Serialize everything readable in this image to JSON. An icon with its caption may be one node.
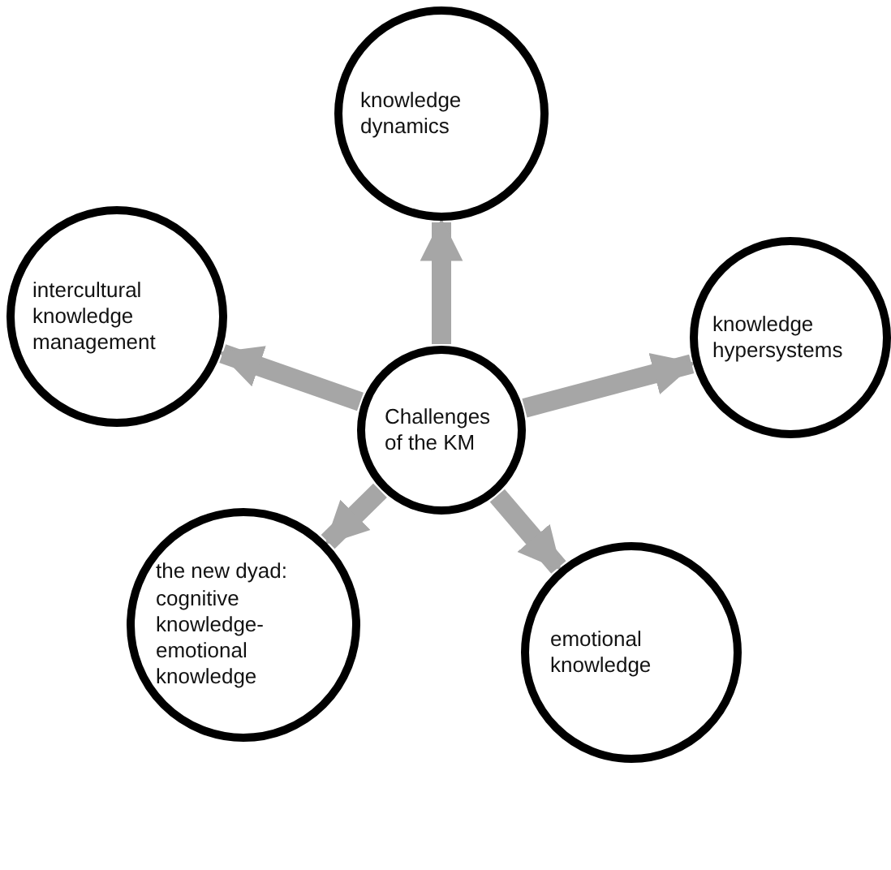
{
  "diagram": {
    "nodes": [
      {
        "text": [
          "Challenges of the KM"
        ]
      },
      {
        "text": [
          "knowledge dynamics"
        ]
      },
      {
        "text": [
          "knowledge hypersystems"
        ]
      },
      {
        "text": [
          "emotional knowledge"
        ]
      },
      {
        "text": [
          "the new dyad: cognitive knowledge-emotional knowledge"
        ]
      },
      {
        "text": [
          "intercultural knowledge management"
        ]
      }
    ],
    "edges": [
      {
        "from": 0,
        "to": 1,
        "arrow": "to"
      },
      {
        "from": 0,
        "to": 2,
        "arrow": "to"
      },
      {
        "from": 0,
        "to": 3,
        "arrow": "to"
      },
      {
        "from": 0,
        "to": 4,
        "arrow": "to"
      },
      {
        "from": 0,
        "to": 5,
        "arrow": "to"
      }
    ]
  }
}
